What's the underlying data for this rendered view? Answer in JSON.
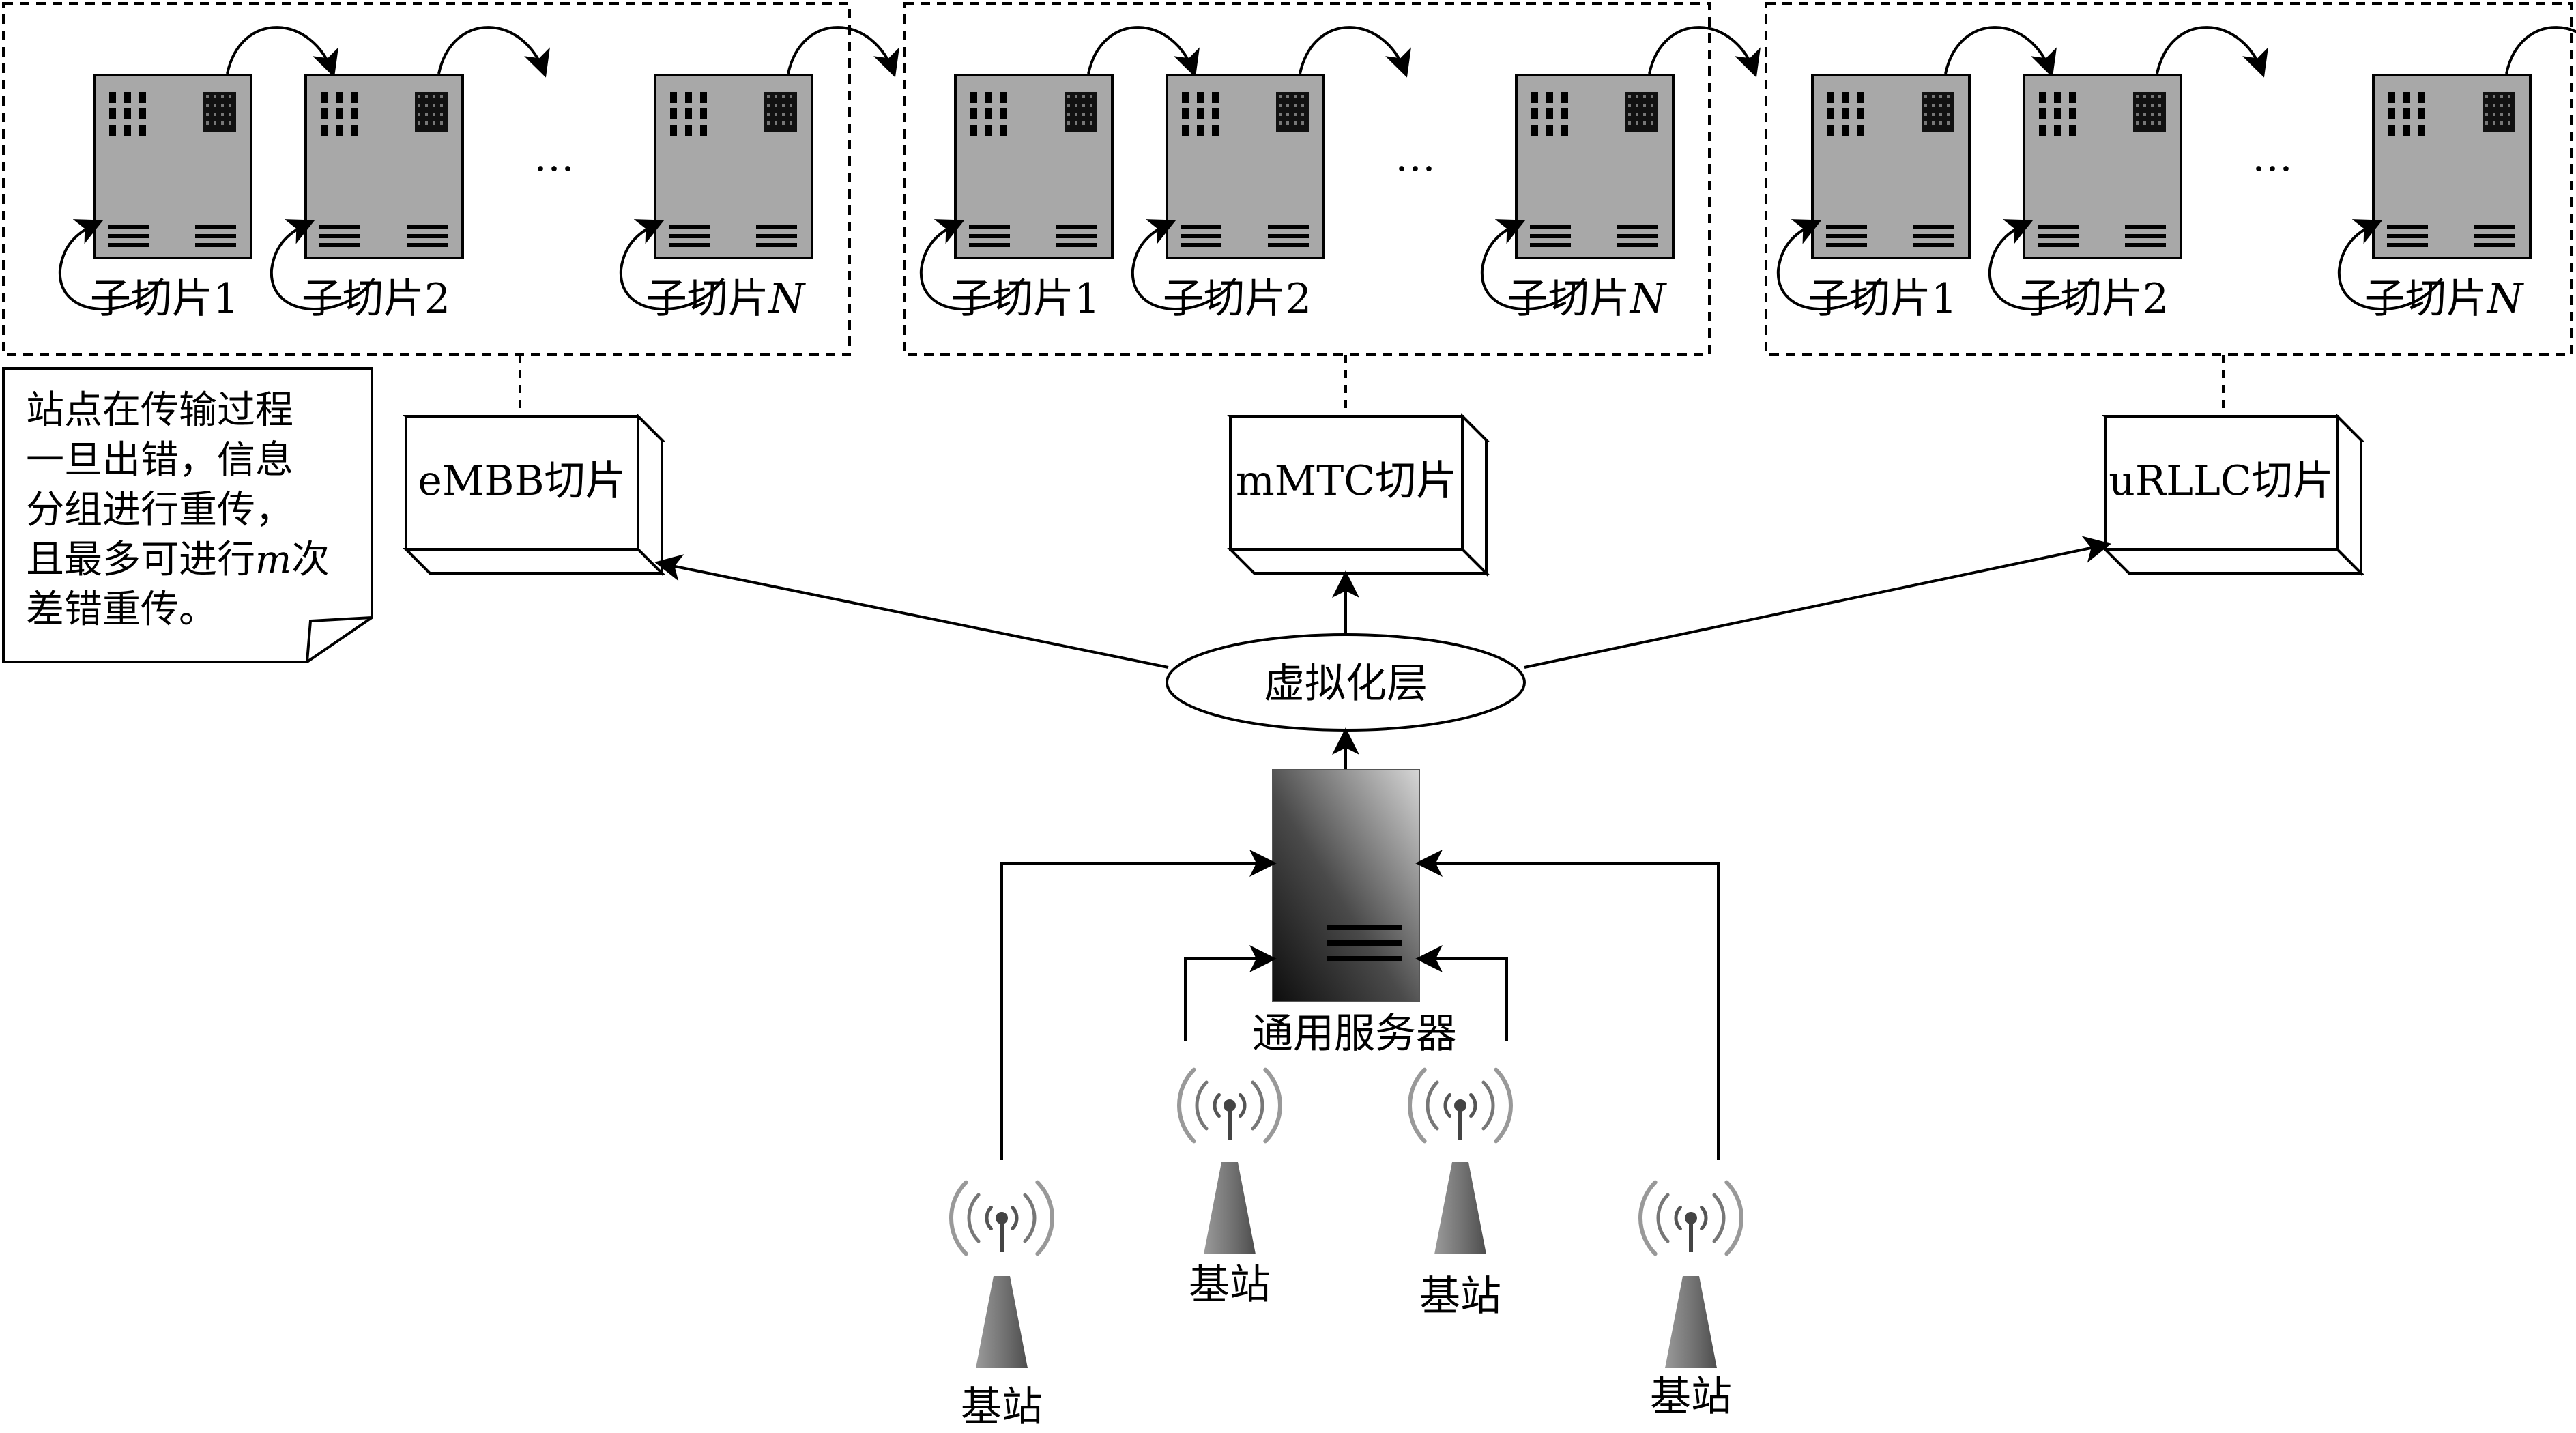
{
  "groups": [
    {
      "slices": [
        {
          "prefix": "子切片",
          "num": "1"
        },
        {
          "prefix": "子切片",
          "num": "2"
        },
        {
          "prefix": "子切片",
          "num": "N"
        }
      ],
      "ellipsis": "…"
    },
    {
      "slices": [
        {
          "prefix": "子切片",
          "num": "1"
        },
        {
          "prefix": "子切片",
          "num": "2"
        },
        {
          "prefix": "子切片",
          "num": "N"
        }
      ],
      "ellipsis": "…"
    },
    {
      "slices": [
        {
          "prefix": "子切片",
          "num": "1"
        },
        {
          "prefix": "子切片",
          "num": "2"
        },
        {
          "prefix": "子切片",
          "num": "N"
        }
      ],
      "ellipsis": "…"
    }
  ],
  "slice_boxes": [
    "eMBB切片",
    "mMTC切片",
    "uRLLC切片"
  ],
  "virtualization_layer": "虚拟化层",
  "server_label": "通用服务器",
  "base_station_label": "基站",
  "note": {
    "lines": [
      {
        "pre": "站点在传输过程",
        "em": "",
        "post": ""
      },
      {
        "pre": "一旦出错，信息",
        "em": "",
        "post": ""
      },
      {
        "pre": "分组进行重传，",
        "em": "",
        "post": ""
      },
      {
        "pre": "且最多可进行",
        "em": "m",
        "post": "次"
      },
      {
        "pre": "差错重传。",
        "em": "",
        "post": ""
      }
    ]
  },
  "colors": {
    "device_fill": "#a8a8a8",
    "line": "#000000",
    "tower": "#808080"
  }
}
